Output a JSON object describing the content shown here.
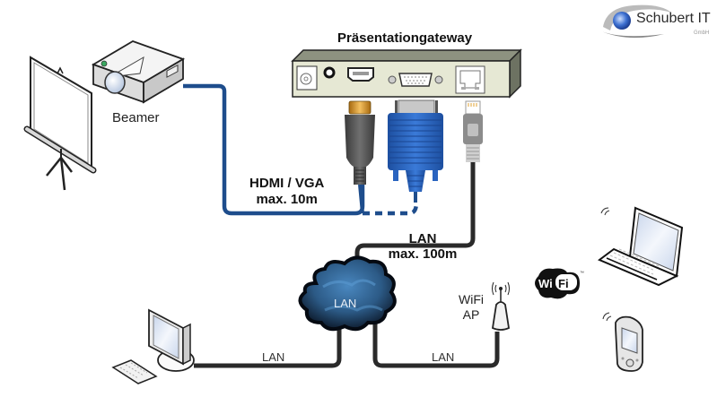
{
  "logo": {
    "company": "Schubert IT",
    "suffix": "GmbH"
  },
  "gateway": {
    "title": "Präsentationgateway",
    "ports": [
      "power",
      "audio",
      "hdmi",
      "vga",
      "lan"
    ]
  },
  "devices": {
    "projector": {
      "label": "Beamer"
    },
    "screen": {
      "label": ""
    },
    "desktop": {
      "label": ""
    },
    "laptop": {
      "label": ""
    },
    "handheld": {
      "label": ""
    },
    "access_point": {
      "line1": "WiFi",
      "line2": "AP"
    }
  },
  "connections": {
    "video": {
      "line1": "HDMI / VGA",
      "line2": "max. 10m"
    },
    "lan_uplink": {
      "line1": "LAN",
      "line2": "max. 100m"
    },
    "cloud": {
      "label": "LAN"
    },
    "lan_desktop": {
      "label": "LAN"
    },
    "lan_ap": {
      "label": "LAN"
    }
  },
  "badges": {
    "wifi_logo": {
      "text_left": "Wi",
      "text_right": "Fi",
      "tm": "™"
    }
  },
  "colors": {
    "video_cable": "#1e4d8c",
    "lan_cable": "#2a2a2a",
    "gateway_face": "#e6e8d4",
    "gateway_top": "#8d9280",
    "cloud_dark": "#14283e",
    "cloud_light": "#4a88c0",
    "vga_blue": "#2a64c0",
    "hdmi_gold": "#e0a030"
  }
}
